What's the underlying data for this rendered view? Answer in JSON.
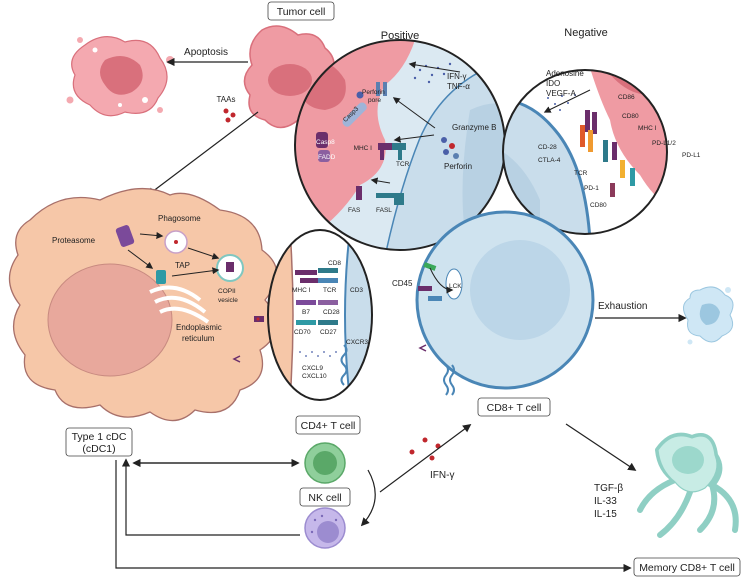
{
  "labels": {
    "tumor_cell": "Tumor cell",
    "apoptosis": "Apoptosis",
    "taas": "TAAs",
    "positive": "Positive",
    "negative": "Negative",
    "ifn_gamma_tnf": [
      "IFN-γ",
      "TNF-α"
    ],
    "perforin_pore": [
      "Perforin",
      "pore"
    ],
    "casp8": "Casp8",
    "fadd": "FADD",
    "casp3": "Casp3",
    "granzyme_b": "Granzyme B",
    "perforin": "Perforin",
    "mhc1": "MHC I",
    "tcr": "TCR",
    "fas": "FAS",
    "fasl": "FASL",
    "adenosine_ido_vegf": [
      "Adenosine",
      "IDO",
      "VEGF-A"
    ],
    "cd86": "CD86",
    "cd80": "CD80",
    "cd28": "CD-28",
    "ctla4": "CTLA-4",
    "pdl1_2": "PD-L1/2",
    "pdl1": "PD-L1",
    "pd1": "PD-1",
    "proteasome": "Proteasome",
    "phagosome": "Phagosome",
    "tap": "TAP",
    "copii_vesicle": [
      "COPII",
      "vesicle"
    ],
    "er": [
      "Endoplasmic",
      "reticulum"
    ],
    "cd8": "CD8",
    "cd3": "CD3",
    "b7": "B7",
    "cd28_syn": "CD28",
    "cd70": "CD70",
    "cd27": "CD27",
    "cxcr3": "CXCR3",
    "cxcl9_10": [
      "CXCL9",
      "CXCL10"
    ],
    "cd45": "CD45",
    "lck": "LCK",
    "exhaustion": "Exhaustion",
    "cd8_t_cell": "CD8+ T cell",
    "cdc1": [
      "Type 1 cDC",
      "(cDC1)"
    ],
    "cd4_t_cell": "CD4+ T cell",
    "nk_cell": "NK cell",
    "ifn_gamma": "IFN-γ",
    "cytokines": [
      "TGF-β",
      "IL-33",
      "IL-15"
    ],
    "memory_cd8": "Memory CD8+ T cell"
  },
  "colors": {
    "tumor": "#ef9ba3",
    "tumor_dark": "#d9707c",
    "dc": "#f6c7a8",
    "dc_outline": "#a8706a",
    "tcell": "#cfe3ef",
    "tcell_outline": "#4a86b6",
    "cd4": "#8fcf9b",
    "nk": "#c6b8ea",
    "memory": "#c8ece5",
    "exhausted": "#cfe7f5"
  }
}
